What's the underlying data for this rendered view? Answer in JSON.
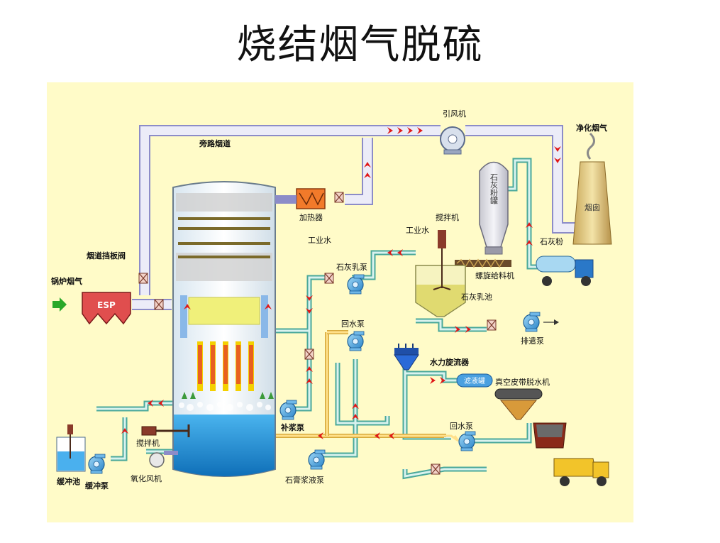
{
  "title": "烧结烟气脱硫",
  "labels": {
    "fan": "引风机",
    "clean_gas": "净化烟气",
    "bypass": "旁路烟道",
    "heater": "加热器",
    "process_water_tower": "工业水",
    "damper": "烟道挡板阀",
    "boiler_gas": "锅炉烟气",
    "esp": "ESP",
    "lime_powder_tank": "石灰粉罐",
    "stack": "烟囱",
    "lime_powder": "石灰粉",
    "mixer_top": "搅拌机",
    "process_water_top": "工业水",
    "lime_slurry_pump": "石灰乳泵",
    "screw_feeder": "螺旋给料机",
    "lime_slurry_tank": "石灰乳池",
    "discharge_pump": "排遣泵",
    "return_pump_1": "回水泵",
    "hydrocyclone": "水力旋流器",
    "filtrate_tank": "滤液罐",
    "belt_filter": "真空皮带脱水机",
    "makeup_pump": "补浆泵",
    "return_pump_2": "回水泵",
    "mixer_bottom": "搅拌机",
    "buffer_tank": "缓冲池",
    "buffer_pump": "缓冲泵",
    "oxidation_fan": "氧化风机",
    "gypsum_pump": "石膏浆液泵"
  },
  "colors": {
    "panel": "#fffbc8",
    "gas_pipe": "#e8e8f6",
    "gas_pipe_edge": "#8c8cc8",
    "water_pipe": "#d9f2ee",
    "water_pipe_edge": "#4aa89a",
    "slurry_pipe": "#ffd86b",
    "arrow": "#e01818",
    "tower_water": "#1f8fd8",
    "pump": "#3a9ad8"
  }
}
